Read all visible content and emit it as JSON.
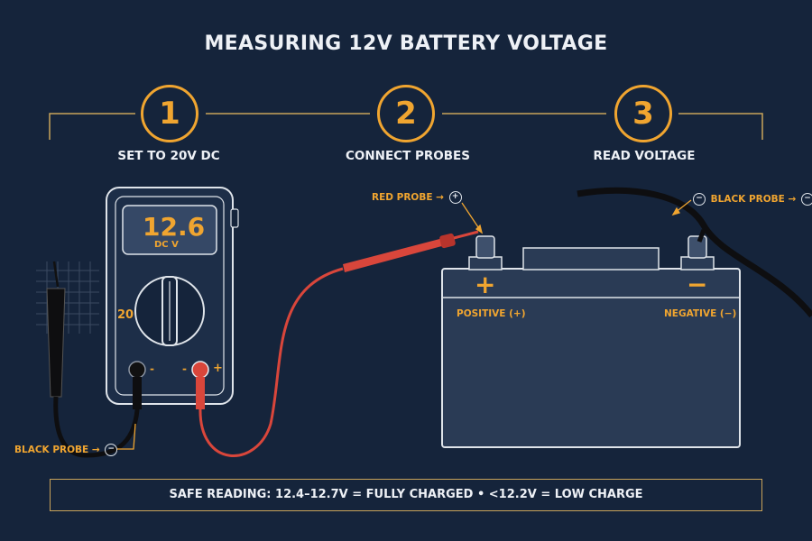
{
  "title": "MEASURING 12V BATTERY VOLTAGE",
  "steps": [
    {
      "number": "1",
      "label": "SET TO 20V DC"
    },
    {
      "number": "2",
      "label": "CONNECT PROBES"
    },
    {
      "number": "3",
      "label": "READ VOLTAGE"
    }
  ],
  "multimeter": {
    "reading": "12.6",
    "unit": "DC V",
    "dial_setting": "20",
    "jack_labels": {
      "com": "-",
      "volt_left": "-",
      "volt_right": "+"
    }
  },
  "battery": {
    "positive_symbol": "+",
    "negative_symbol": "−",
    "positive_label": "POSITIVE (+)",
    "negative_label": "NEGATIVE (−)"
  },
  "callouts": {
    "red_probe": "RED PROBE",
    "red_probe_symbol": "+",
    "black_probe_right": "BLACK PROBE",
    "black_probe_left": "BLACK PROBE",
    "black_probe_symbol": "−",
    "arrow": "→"
  },
  "banner": "SAFE READING: 12.4–12.7V = FULLY CHARGED • <12.2V = LOW CHARGE",
  "colors": {
    "background": "#15243b",
    "accent": "#f0a530",
    "red_lead": "#d9463b",
    "line": "#dfe4ea"
  }
}
